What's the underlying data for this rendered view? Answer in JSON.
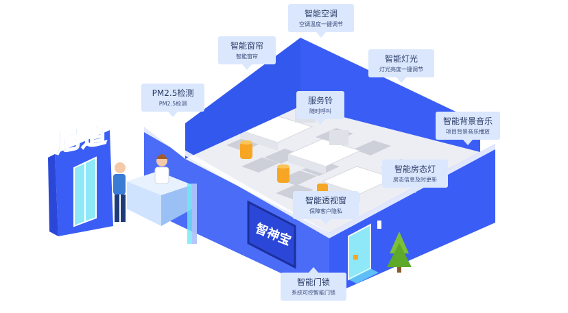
{
  "brand": {
    "name": "尼道",
    "screen_text": "智神宝"
  },
  "colors": {
    "wall": "#3a5ef5",
    "wall_dark": "#2a47d8",
    "floor_light": "#f0f1f5",
    "floor_dark": "#c9ccd6",
    "callout_bg": "#dbe7fd",
    "lamp": "#f6a623",
    "accent_cyan": "#6fe7f5"
  },
  "callouts": [
    {
      "id": "ac",
      "title": "智能空调",
      "subtitle": "空调温度一键调节"
    },
    {
      "id": "curtain",
      "title": "智能窗帘",
      "subtitle": "智能窗帘"
    },
    {
      "id": "light",
      "title": "智能灯光",
      "subtitle": "灯光亮度一键调节"
    },
    {
      "id": "pm25",
      "title": "PM2.5检测",
      "subtitle": "PM2.5检测"
    },
    {
      "id": "bell",
      "title": "服务铃",
      "subtitle": "随时呼叫"
    },
    {
      "id": "music",
      "title": "智能背景音乐",
      "subtitle": "项目背景音乐播放"
    },
    {
      "id": "status",
      "title": "智能房态灯",
      "subtitle": "房态信息及时更新"
    },
    {
      "id": "window",
      "title": "智能透视窗",
      "subtitle": "保障客户隐私"
    },
    {
      "id": "lock",
      "title": "智能门锁",
      "subtitle": "系统可控智能门锁"
    }
  ]
}
